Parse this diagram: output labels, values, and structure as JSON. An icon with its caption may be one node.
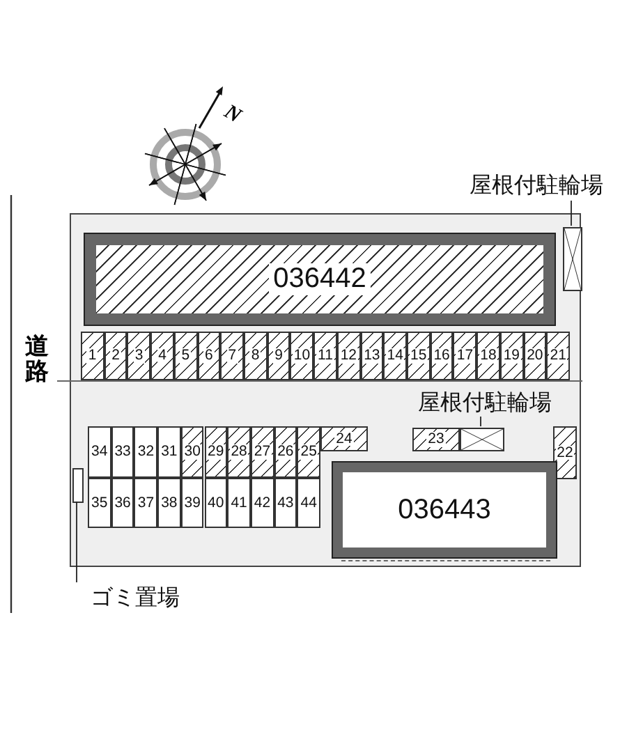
{
  "diagram": {
    "nodes": [
      {
        "text": [
          "屋根付駐輪場"
        ]
      },
      {
        "text": [],
        "shape": "box"
      },
      {
        "text": [],
        "shape": "box",
        "in": 1
      },
      {
        "text": [
          "036442"
        ],
        "in": 1
      },
      {
        "text": [
          "1"
        ],
        "in": 1
      },
      {
        "text": [
          "2"
        ],
        "in": 1
      },
      {
        "text": [
          "3"
        ],
        "in": 1
      },
      {
        "text": [
          "4"
        ],
        "in": 1
      },
      {
        "text": [
          "5"
        ],
        "in": 1
      },
      {
        "text": [
          "6"
        ],
        "in": 1
      },
      {
        "text": [
          "7"
        ],
        "in": 1
      },
      {
        "text": [
          "8"
        ],
        "in": 1
      },
      {
        "text": [
          "9"
        ],
        "in": 1
      },
      {
        "text": [
          "10"
        ],
        "in": 1
      },
      {
        "text": [
          "11"
        ],
        "in": 1
      },
      {
        "text": [
          "12"
        ],
        "in": 1
      },
      {
        "text": [
          "13"
        ],
        "in": 1
      },
      {
        "text": [
          "14"
        ],
        "in": 1
      },
      {
        "text": [
          "15"
        ],
        "in": 1
      },
      {
        "text": [
          "16"
        ],
        "in": 1
      },
      {
        "text": [
          "17"
        ],
        "in": 1
      },
      {
        "text": [
          "18"
        ],
        "in": 1
      },
      {
        "text": [
          "19"
        ],
        "in": 1
      },
      {
        "text": [
          "20"
        ],
        "in": 1
      },
      {
        "text": [
          "21"
        ],
        "in": 1
      },
      {
        "text": [
          "屋根付駐輪場"
        ],
        "in": 1
      },
      {
        "text": [
          "24"
        ],
        "in": 1
      },
      {
        "text": [
          "23"
        ],
        "in": 1
      },
      {
        "text": [],
        "shape": "box",
        "in": 1
      },
      {
        "text": [
          "22"
        ],
        "in": 1
      },
      {
        "text": [
          "34"
        ],
        "in": 1
      },
      {
        "text": [
          "33"
        ],
        "in": 1
      },
      {
        "text": [
          "32"
        ],
        "in": 1
      },
      {
        "text": [
          "31"
        ],
        "in": 1
      },
      {
        "text": [
          "30"
        ],
        "in": 1
      },
      {
        "text": [
          "29"
        ],
        "in": 1
      },
      {
        "text": [
          "28"
        ],
        "in": 1
      },
      {
        "text": [
          "27"
        ],
        "in": 1
      },
      {
        "text": [
          "26"
        ],
        "in": 1
      },
      {
        "text": [
          "25"
        ],
        "in": 1
      },
      {
        "text": [],
        "shape": "box",
        "in": 1
      },
      {
        "text": [
          "35"
        ],
        "in": 1
      },
      {
        "text": [
          "36"
        ],
        "in": 1
      },
      {
        "text": [
          "37"
        ],
        "in": 1
      },
      {
        "text": [
          "38"
        ],
        "in": 1
      },
      {
        "text": [
          "39"
        ],
        "in": 1
      },
      {
        "text": [
          "40"
        ],
        "in": 1
      },
      {
        "text": [
          "41"
        ],
        "in": 1
      },
      {
        "text": [
          "42"
        ],
        "in": 1
      },
      {
        "text": [
          "43"
        ],
        "in": 1
      },
      {
        "text": [
          "44"
        ],
        "in": 1
      },
      {
        "text": [
          "036443"
        ],
        "in": 1
      },
      {
        "text": [
          "ゴミ置場"
        ]
      }
    ],
    "edges": [
      {
        "from": 0,
        "to": 2,
        "arrow": "none"
      },
      {
        "from": 25,
        "to": 28,
        "arrow": "none"
      },
      {
        "from": 52,
        "to": 40,
        "arrow": "none"
      }
    ],
    "labels": [
      "N",
      "道路"
    ]
  }
}
